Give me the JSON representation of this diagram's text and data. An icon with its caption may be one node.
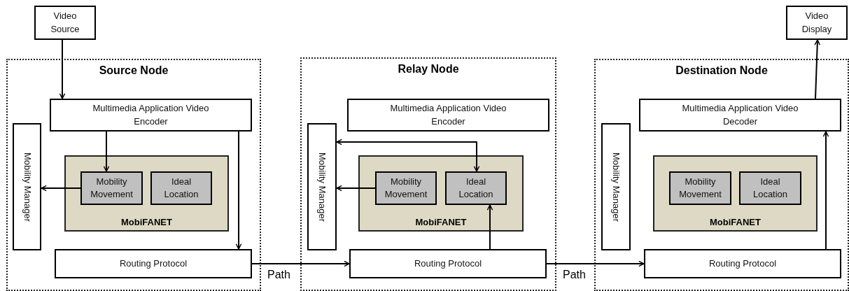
{
  "diagram": {
    "nodes": [
      {
        "text": [
          "Video Source"
        ]
      },
      {
        "text": [
          "Source Node"
        ]
      },
      {
        "text": [
          "Multimedia Application Video Encoder"
        ],
        "in": 1
      },
      {
        "text": [
          "Mobility Manager"
        ],
        "in": 1
      },
      {
        "text": [
          "MobiFANET"
        ],
        "in": 1
      },
      {
        "text": [
          "Mobility Movement"
        ],
        "in": 4
      },
      {
        "text": [
          "Ideal Location"
        ],
        "in": 4
      },
      {
        "text": [
          "Routing Protocol"
        ],
        "in": 1
      },
      {
        "text": [
          "Relay Node"
        ]
      },
      {
        "text": [
          "Multimedia Application Video Encoder"
        ],
        "in": 8
      },
      {
        "text": [
          "Mobility Manager"
        ],
        "in": 8
      },
      {
        "text": [
          "MobiFANET"
        ],
        "in": 8
      },
      {
        "text": [
          "Mobility Movement"
        ],
        "in": 11
      },
      {
        "text": [
          "Ideal Location"
        ],
        "in": 11
      },
      {
        "text": [
          "Routing Protocol"
        ],
        "in": 8
      },
      {
        "text": [
          "Destination Node"
        ]
      },
      {
        "text": [
          "Multimedia Application Video Decoder"
        ],
        "in": 15
      },
      {
        "text": [
          "Mobility Manager"
        ],
        "in": 15
      },
      {
        "text": [
          "MobiFANET"
        ],
        "in": 15
      },
      {
        "text": [
          "Mobility Movement"
        ],
        "in": 18
      },
      {
        "text": [
          "Ideal Location"
        ],
        "in": 18
      },
      {
        "text": [
          "Routing Protocol"
        ],
        "in": 15
      },
      {
        "text": [
          "Video Display"
        ]
      }
    ],
    "edges": [
      {
        "from": 0,
        "to": 2,
        "arrow": "to"
      },
      {
        "from": 2,
        "to": 5,
        "arrow": "to"
      },
      {
        "from": 5,
        "to": 3,
        "arrow": "to"
      },
      {
        "from": 2,
        "to": 7,
        "arrow": "to"
      },
      {
        "from": 7,
        "to": 14,
        "arrow": "to",
        "label": "Path"
      },
      {
        "from": 13,
        "to": 10,
        "arrow": "both"
      },
      {
        "from": 12,
        "to": 10,
        "arrow": "to"
      },
      {
        "from": 14,
        "to": 13,
        "arrow": "to"
      },
      {
        "from": 14,
        "to": 21,
        "arrow": "to",
        "label": "Path"
      },
      {
        "from": 21,
        "to": 16,
        "arrow": "to"
      },
      {
        "from": 16,
        "to": 22,
        "arrow": "to"
      }
    ]
  }
}
